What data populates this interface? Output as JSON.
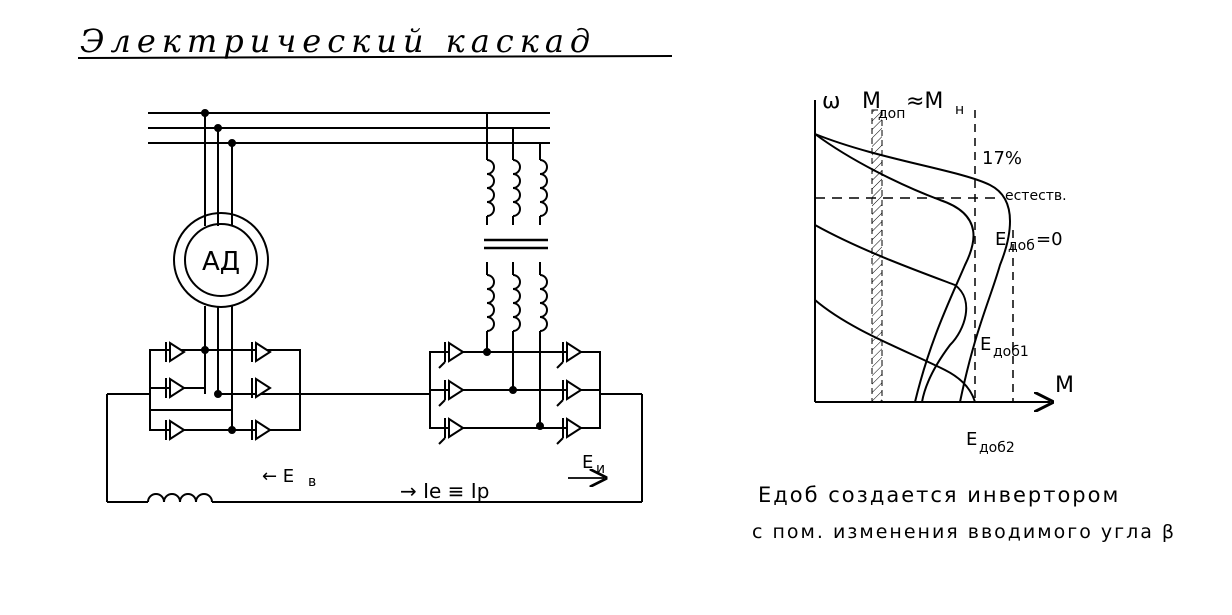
{
  "title": "Электрический каскад",
  "motor_label": "АД",
  "voltage_rotor_label": "← Е",
  "voltage_rotor_sub": "в",
  "current_label": "→ Iе ≡ Iр",
  "voltage_inverter_label": "Е",
  "voltage_inverter_sub": "и",
  "chart": {
    "y_axis_label": "ω",
    "x_axis_label": "M",
    "m_top_label": "M",
    "m_top_sub": "доп",
    "m_top_rel": "≈M",
    "m_top_rel_sub": "н",
    "pct_label": "17%",
    "curve_natural": "естеств.",
    "curve_e0_label": "E",
    "curve_e0_sub": "доб",
    "curve_e0_suffix": "=0",
    "curve_e1_label": "E",
    "curve_e1_sub": "доб1",
    "curve_e2_label": "E",
    "curve_e2_sub": "доб2"
  },
  "note_line1": "Eдоб создается инвертором",
  "note_line2": "с пом. изменения вводимого угла β"
}
